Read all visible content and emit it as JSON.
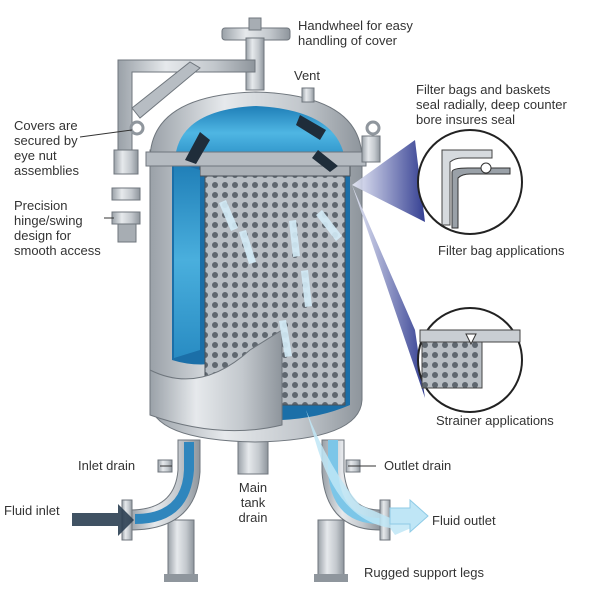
{
  "labels": {
    "handwheel": "Handwheel for easy\nhandling of cover",
    "vent": "Vent",
    "filter_bags": "Filter bags and baskets\nseal radially, deep counter\nbore insures seal",
    "covers": "Covers are\nsecured by\neye nut\nassemblies",
    "hinge": "Precision\nhinge/swing\ndesign for\nsmooth access",
    "filter_bag_applications": "Filter bag applications",
    "strainer_applications": "Strainer applications",
    "inlet_drain": "Inlet drain",
    "outlet_drain": "Outlet drain",
    "main_tank_drain": "Main\ntank\ndrain",
    "fluid_inlet": "Fluid inlet",
    "fluid_outlet": "Fluid outlet",
    "support_legs": "Rugged support legs"
  },
  "colors": {
    "steel": "#c9ced3",
    "steel_dark": "#8f969d",
    "water": "#3aa6d8",
    "water_light": "#bfe6f6",
    "arrow": "#1f2d3a",
    "callout": "#2e3a8f"
  }
}
